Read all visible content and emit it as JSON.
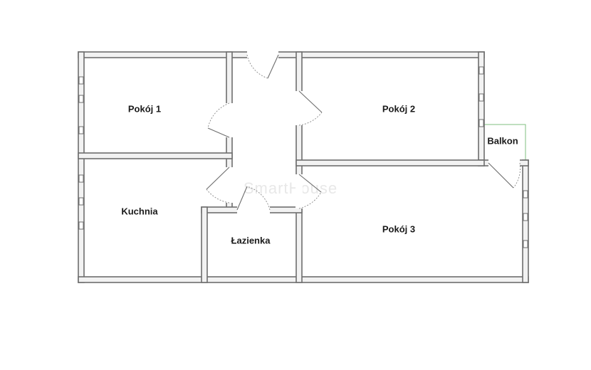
{
  "floorplan": {
    "rooms": [
      {
        "id": "pokoj-1",
        "label": "Pokój 1"
      },
      {
        "id": "pokoj-2",
        "label": "Pokój 2"
      },
      {
        "id": "balkon",
        "label": "Balkon"
      },
      {
        "id": "kuchnia",
        "label": "Kuchnia"
      },
      {
        "id": "lazienka",
        "label": "Łazienka"
      },
      {
        "id": "pokoj-3",
        "label": "Pokój 3"
      }
    ],
    "watermark": "SmartHouse"
  }
}
